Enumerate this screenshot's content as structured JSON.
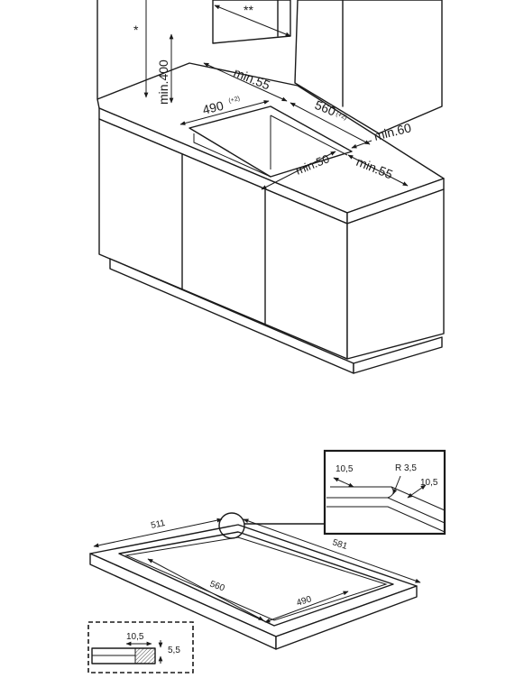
{
  "top_figure": {
    "star_single": "*",
    "star_double": "**",
    "dim_min400": "min.400",
    "dim_min55_back": "min.55",
    "dim_490": "490",
    "dim_490_tol": "(+2)",
    "dim_560": "560",
    "dim_560_tol": "(+2)",
    "dim_min60": "min.60",
    "dim_min50": "min.50",
    "dim_min55_side": "min.55"
  },
  "bottom_figure": {
    "dim_511": "511",
    "dim_581": "581",
    "dim_560": "560",
    "dim_490": "490"
  },
  "detail_corner": {
    "dim_10_5_left": "10,5",
    "dim_radius": "R 3,5",
    "dim_10_5_right": "10,5"
  },
  "detail_section": {
    "dim_10_5": "10,5",
    "dim_5_5": "5,5"
  }
}
